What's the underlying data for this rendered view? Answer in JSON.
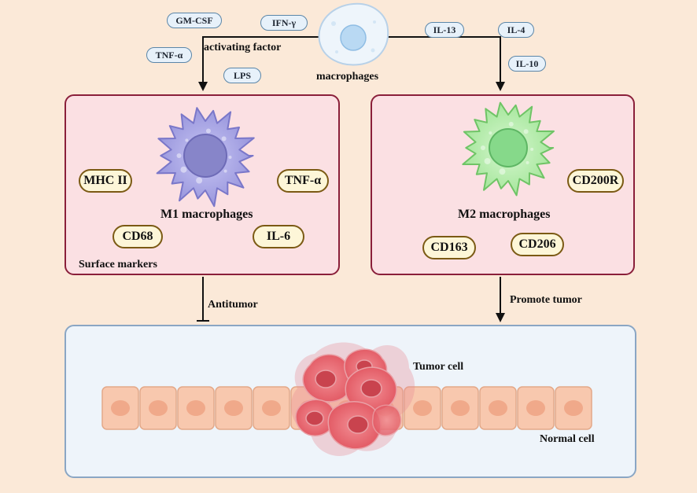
{
  "top": {
    "macrophage_label": "macrophages",
    "activating_factor_label": "activating factor",
    "m1_inducers": [
      "GM-CSF",
      "IFN-γ",
      "TNF-α",
      "LPS"
    ],
    "m2_inducers": [
      "IL-13",
      "IL-4",
      "IL-10"
    ]
  },
  "m1": {
    "title": "M1 macrophages",
    "markers": [
      "MHC II",
      "TNF-α",
      "CD68",
      "IL-6"
    ],
    "surface_markers_label": "Surface markers",
    "effect_label": "Antitumor"
  },
  "m2": {
    "title": "M2 macrophages",
    "markers": [
      "CD200R",
      "CD163",
      "CD206"
    ],
    "effect_label": "Promote tumor"
  },
  "tissue": {
    "tumor_label": "Tumor cell",
    "normal_label": "Normal cell"
  },
  "colors": {
    "background": "#fbe9d8",
    "box_border": "#8a1f3a",
    "m1_cell": "#a8a6e6",
    "m2_cell": "#b7eeb0",
    "tumor": "#e45a63",
    "normal_cell": "#f8c8ae"
  }
}
